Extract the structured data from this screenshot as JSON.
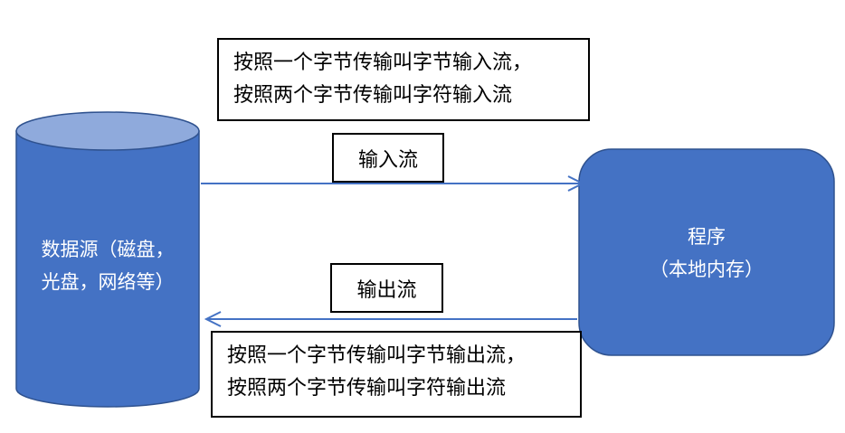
{
  "colors": {
    "node_fill": "#4472C4",
    "node_stroke": "#2F528F",
    "cylinder_top": "#8FAADC",
    "arrow": "#4472C4"
  },
  "data_source": {
    "line1": "数据源（磁盘，",
    "line2": "光盘，网络等）"
  },
  "program": {
    "line1": "程序",
    "line2": "（本地内存）"
  },
  "input_note": {
    "line1": "按照一个字节传输叫字节输入流，",
    "line2": "按照两个字节传输叫字符输入流"
  },
  "input_label": "输入流",
  "output_label": "输出流",
  "output_note": {
    "line1": "按照一个字节传输叫字节输出流，",
    "line2": "按照两个字节传输叫字符输出流"
  }
}
